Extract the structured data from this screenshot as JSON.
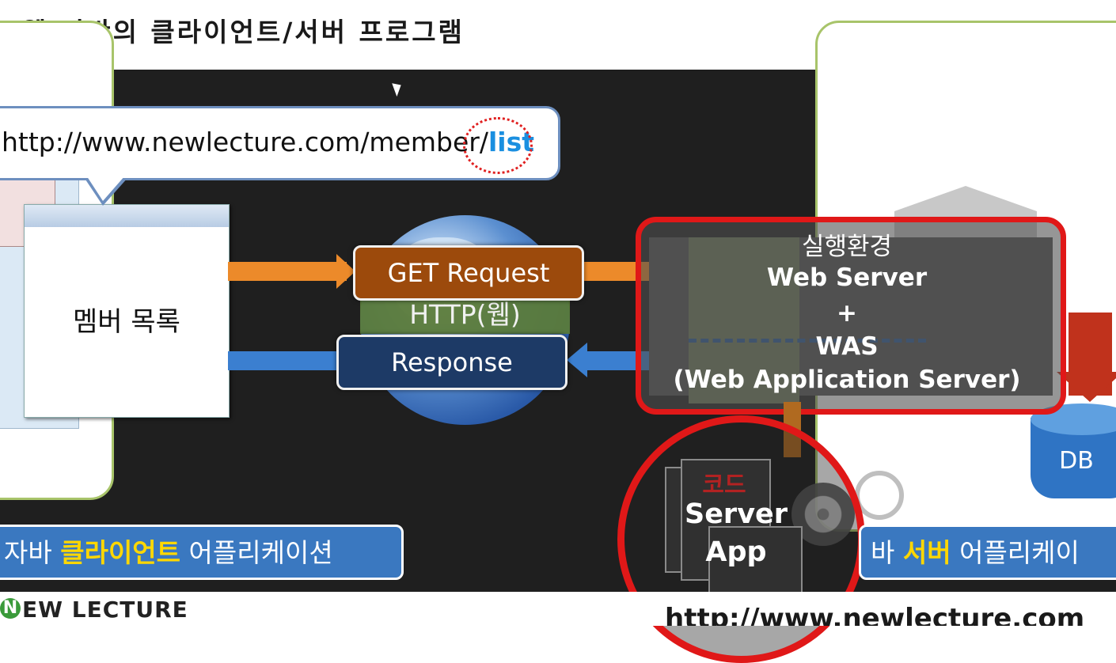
{
  "title": "웹 기반의 클라이언트/서버 프로그램",
  "url_bubble": {
    "url_prefix": "http://www.newlecture.com/member/",
    "url_highlight": "list"
  },
  "browser": {
    "content": "멤버 목록"
  },
  "globe": {
    "label": "HTTP(웹)"
  },
  "request": {
    "label": "GET Request"
  },
  "response": {
    "label": "Response"
  },
  "environment": {
    "line1": "실행환경",
    "line2": "Web Server",
    "line3": "+",
    "line4": "WAS",
    "line5": "(Web Application Server)"
  },
  "server_app": {
    "code": "코드",
    "line1": "Server",
    "line2": "App"
  },
  "db": {
    "label": "DB"
  },
  "client_banner": {
    "prefix": "자바 ",
    "highlight": "클라이언트",
    "suffix": " 어플리케이션"
  },
  "server_banner": {
    "prefix": "바 ",
    "highlight": "서버",
    "suffix": " 어플리케이"
  },
  "footer": {
    "logo": "EW LECTURE",
    "logo_initial": "N",
    "url": "http://www.newlecture.com"
  },
  "colors": {
    "request": "#9c4a0c",
    "response": "#1d3a66",
    "highlight_red": "#e01818",
    "accent_blue": "#3a78c0"
  }
}
